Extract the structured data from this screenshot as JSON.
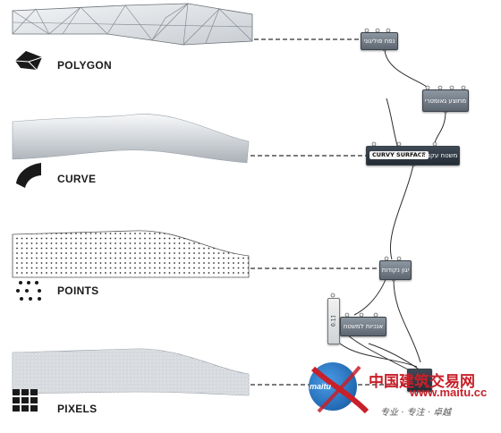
{
  "rows": [
    {
      "id": "polygon",
      "label": "POLYGON",
      "icon": "polygon-icon"
    },
    {
      "id": "curve",
      "label": "CURVE",
      "icon": "curve-icon"
    },
    {
      "id": "points",
      "label": "POINTS",
      "icon": "points-icon"
    },
    {
      "id": "pixels",
      "label": "PIXELS",
      "icon": "pixels-icon"
    }
  ],
  "nodes": {
    "polygon_mesh": "נפח פוליגוני",
    "measured_value": "מחוצע גאומטרי",
    "curvy_surface_main": "CURVY SURFACE",
    "curvy_surface_he": "משטח עקמומי",
    "points_grid": "יגון נקודות",
    "surface_fill": "אנכיות למשטח",
    "slider_readout": "0.11"
  },
  "watermark": {
    "cn": "中国建筑交易网",
    "url": "www.maitu.cc",
    "slogan": "专业 · 专注 · 卓越",
    "logo": "maitu"
  },
  "colors": {
    "node_body": "#6b7580",
    "node_dark": "#2e3742",
    "wire": "#2d2d2d",
    "watermark_red": "#c8202a",
    "watermark_blue": "#1a72c4"
  }
}
